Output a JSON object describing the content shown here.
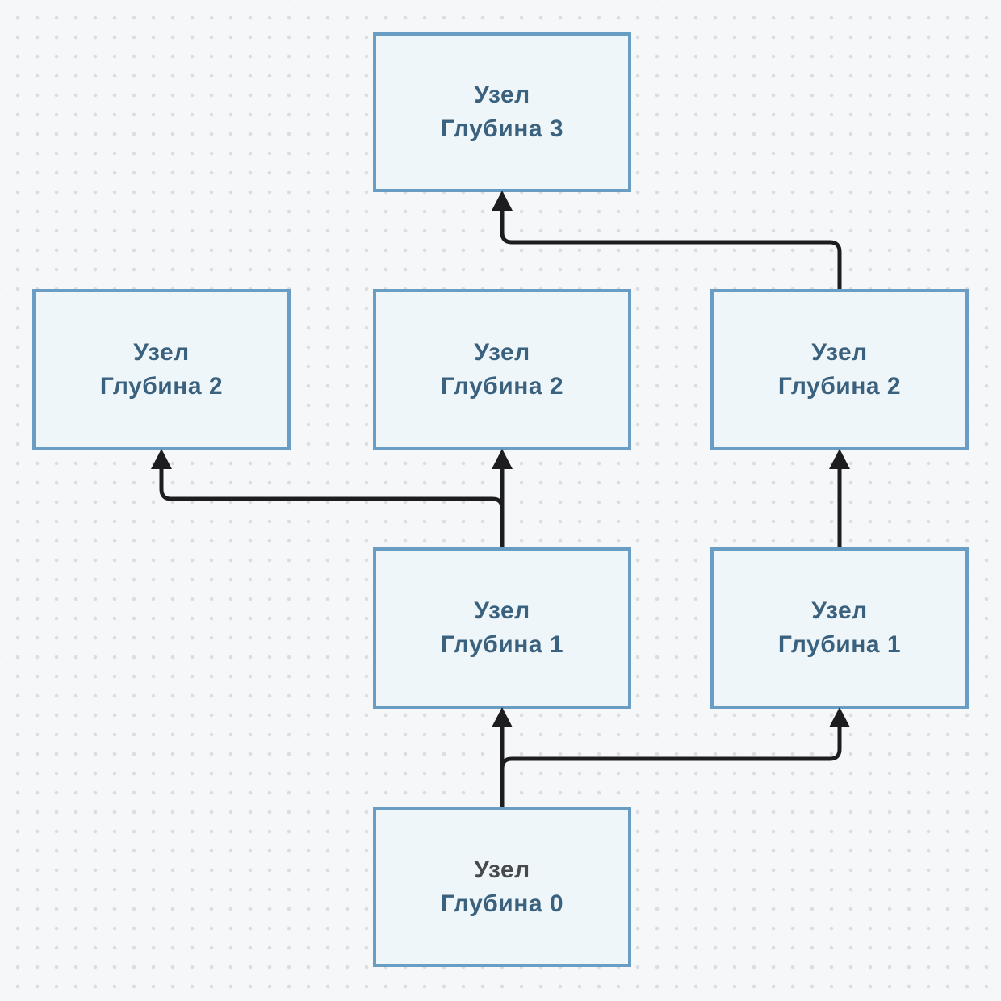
{
  "colors": {
    "background": "#f6f7f9",
    "dot": "#dcdde0",
    "node_fill": "#eff6fa",
    "node_border": "#699dc3",
    "text": "#3a617e",
    "root_title": "#47494b",
    "connector": "#1d1d20"
  },
  "nodes": {
    "d3": {
      "title": "Узел",
      "subtitle": "Глубина 3"
    },
    "d2l": {
      "title": "Узел",
      "subtitle": "Глубина 2"
    },
    "d2c": {
      "title": "Узел",
      "subtitle": "Глубина 2"
    },
    "d2r": {
      "title": "Узел",
      "subtitle": "Глубина 2"
    },
    "d1c": {
      "title": "Узел",
      "subtitle": "Глубина 1"
    },
    "d1r": {
      "title": "Узел",
      "subtitle": "Глубина 1"
    },
    "d0": {
      "title": "Узел",
      "subtitle": "Глубина 0"
    }
  },
  "edges": [
    {
      "from": "d0",
      "to": "d1c",
      "arrow": "up"
    },
    {
      "from": "d0",
      "to": "d1r",
      "arrow": "up"
    },
    {
      "from": "d1c",
      "to": "d2c",
      "arrow": "up"
    },
    {
      "from": "d1c",
      "to": "d2l",
      "arrow": "up"
    },
    {
      "from": "d1r",
      "to": "d2r",
      "arrow": "up"
    },
    {
      "from": "d2r",
      "to": "d3",
      "arrow": "up"
    }
  ]
}
